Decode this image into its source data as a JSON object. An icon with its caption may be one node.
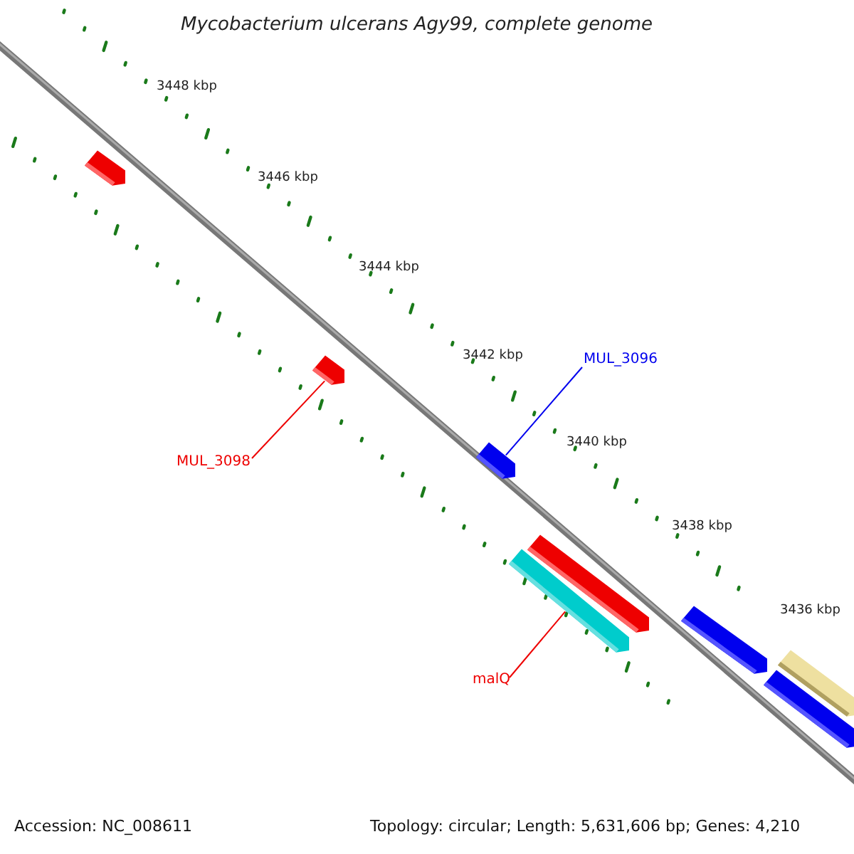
{
  "diagram": {
    "title": "Mycobacterium ulcerans Agy99, complete genome",
    "nodes": [
      {
        "text": [
          "MUL_3096"
        ]
      },
      {
        "text": [],
        "shape": "bar"
      },
      {
        "text": [
          "MUL_3098"
        ]
      },
      {
        "text": [],
        "shape": "bar"
      },
      {
        "text": [
          "malQ"
        ]
      },
      {
        "text": [],
        "shape": "bar"
      }
    ],
    "edges": [
      {
        "from": 0,
        "to": 1,
        "arrow": "none",
        "color": "#0000ee"
      },
      {
        "from": 2,
        "to": 3,
        "arrow": "none"
      },
      {
        "from": 4,
        "to": 5,
        "arrow": "none"
      }
    ],
    "labels": [
      "3448 kbp",
      "3446 kbp",
      "3444 kbp",
      "3442 kbp",
      "3440 kbp",
      "3438 kbp",
      "3436 kbp",
      "Accession: NC_008611",
      "Topology: circular; Length: 5,631,606 bp; Genes: 4,210"
    ]
  }
}
